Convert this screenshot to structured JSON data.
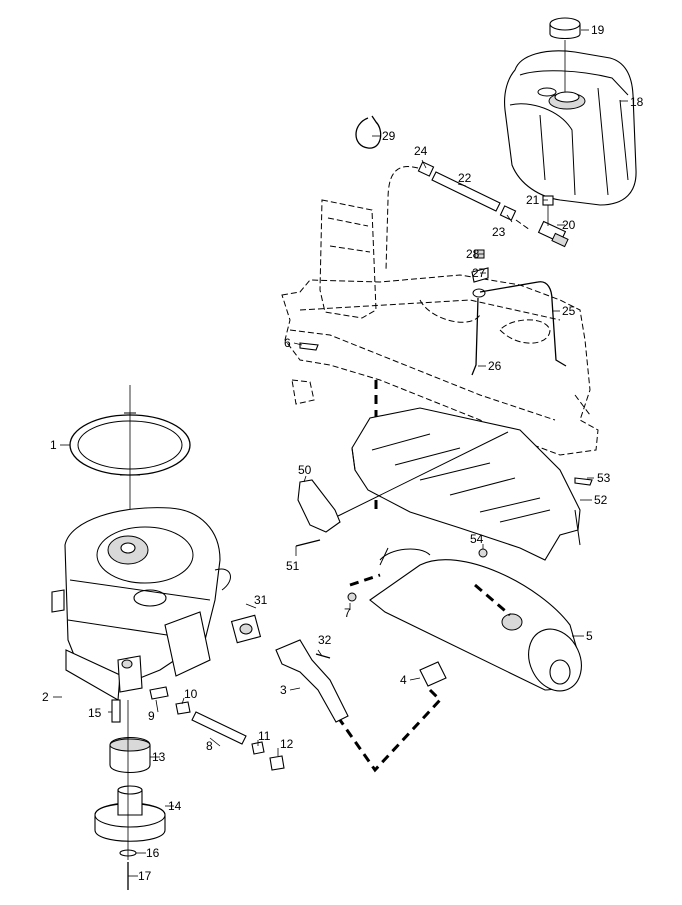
{
  "callouts": {
    "c1": "1",
    "c2": "2",
    "c3": "3",
    "c4": "4",
    "c5": "5",
    "c6": "6",
    "c7": "7",
    "c8": "8",
    "c9": "9",
    "c10": "10",
    "c11": "11",
    "c12": "12",
    "c13": "13",
    "c14": "14",
    "c15": "15",
    "c16": "16",
    "c17": "17",
    "c18": "18",
    "c19": "19",
    "c20": "20",
    "c21": "21",
    "c22": "22",
    "c23": "23",
    "c24": "24",
    "c25": "25",
    "c26": "26",
    "c27": "27",
    "c28": "28",
    "c29": "29",
    "c31": "31",
    "c32": "32",
    "c50": "50",
    "c51": "51",
    "c52": "52",
    "c53": "53",
    "c54": "54"
  }
}
